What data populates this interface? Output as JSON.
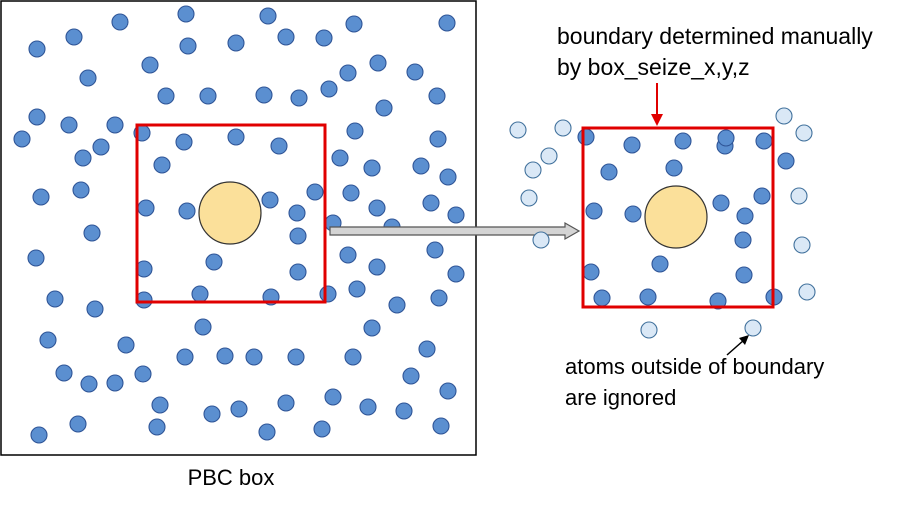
{
  "labels": {
    "pbc_box": "PBC box",
    "boundary_line1": "boundary determined manually",
    "boundary_line2": "by box_seize_x,y,z",
    "ignored_line1": "atoms outside of boundary",
    "ignored_line2": "are ignored"
  },
  "colors": {
    "atom_fill": "#5b8fd0",
    "atom_stroke": "#2f5597",
    "ghost_fill": "#dae8f6",
    "ghost_stroke": "#41719c",
    "solute_fill": "#fbe09a",
    "solute_stroke": "#333333",
    "boundary": "#e00000",
    "frame": "#000000",
    "arrow_fill": "#d4d4d4",
    "arrow_stroke": "#555555"
  }
}
